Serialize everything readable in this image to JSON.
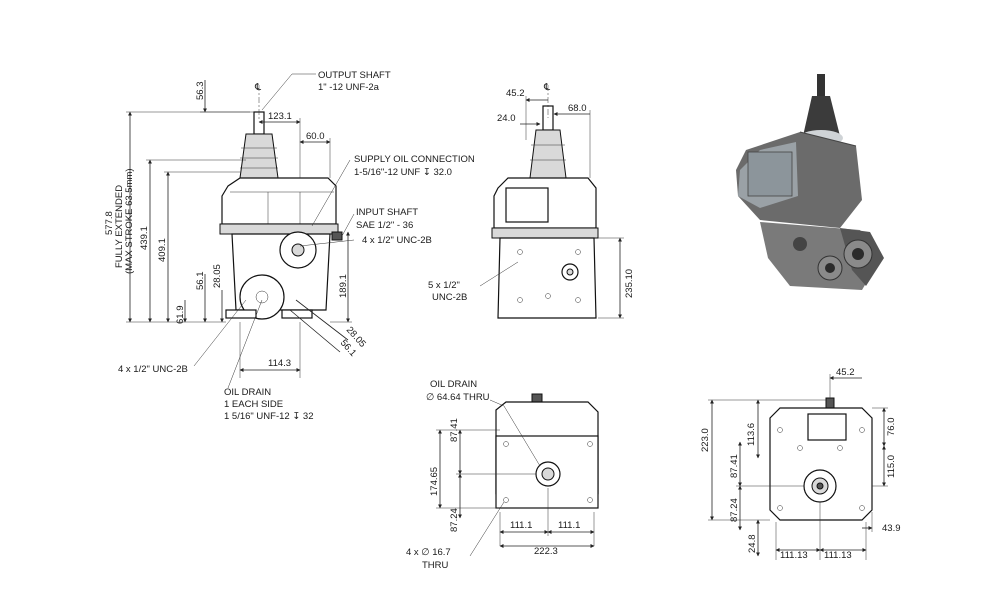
{
  "callouts": {
    "output_shaft": [
      "OUTPUT SHAFT",
      "1\" -12 UNF-2a"
    ],
    "supply_oil": [
      "SUPPLY OIL CONNECTION",
      "1-5/16\"-12 UNF ↧ 32.0"
    ],
    "input_shaft": [
      "INPUT SHAFT",
      "SAE 1/2\" - 36"
    ],
    "mount_holes": "4 x 1/2\" UNC-2B",
    "left_holes": "4 x 1/2\" UNC-2B",
    "oil_drain_side": [
      "OIL DRAIN",
      "1 EACH SIDE",
      "1 5/16\" UNF-12 ↧ 32"
    ],
    "front_holes": [
      "5 x 1/2\"",
      "UNC-2B"
    ],
    "oil_drain_thru": [
      "OIL DRAIN",
      "∅ 64.64 THRU"
    ],
    "bottom_holes": [
      "4 x ∅ 16.7",
      "THRU"
    ],
    "centerline": "℄"
  },
  "side_view": {
    "d_563": "56.3",
    "d_1231": "123.1",
    "d_600": "60.0",
    "d_5778": "577.8",
    "d_fully": "FULLY EXTENDED",
    "d_maxstroke": "(MAX STROKE 63.5mm)",
    "d_4391": "439.1",
    "d_4091": "409.1",
    "d_1891": "189.1",
    "d_561a": "56.1",
    "d_2805a": "28.05",
    "d_619": "61.9",
    "d_2805b": "28.05",
    "d_561b": "56.1",
    "d_1143": "114.3"
  },
  "front_view": {
    "d_452": "45.2",
    "d_240": "24.0",
    "d_680": "68.0",
    "d_23510": "235.10"
  },
  "bottom_view": {
    "d_8741": "87.41",
    "d_17465": "174.65",
    "d_8724": "87.24",
    "d_1111a": "111.1",
    "d_1111b": "111.1",
    "d_2223": "222.3"
  },
  "rear_view": {
    "d_452": "45.2",
    "d_2230": "223.0",
    "d_1136": "113.6",
    "d_760": "76.0",
    "d_8741": "87.41",
    "d_1150": "115.0",
    "d_8724": "87.24",
    "d_248": "24.8",
    "d_11113a": "111.13",
    "d_11113b": "111.13",
    "d_439": "43.9"
  }
}
